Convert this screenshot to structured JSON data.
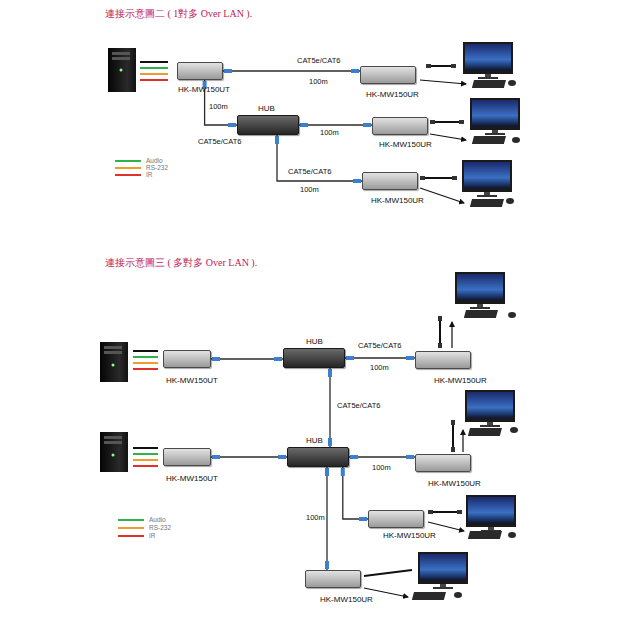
{
  "diagram": {
    "title": "連接示意圖二 ( 1對多 Over LAN ).",
    "nodes": [
      {
        "text": [
          "HK-MW150UT"
        ]
      },
      {
        "text": [
          "HK-MW150UR"
        ]
      },
      {
        "text": [
          "HUB"
        ]
      },
      {
        "text": [
          "HK-MW150UR"
        ]
      },
      {
        "text": [
          "HK-MW150UR"
        ]
      },
      {
        "text": [
          "HK-MW150UT"
        ]
      },
      {
        "text": [
          "HUB"
        ]
      },
      {
        "text": [
          "HK-MW150UR"
        ]
      },
      {
        "text": [
          "HK-MW150UT"
        ]
      },
      {
        "text": [
          "HUB"
        ]
      },
      {
        "text": [
          "HK-MW150UR"
        ]
      },
      {
        "text": [
          "HK-MW150UR"
        ]
      },
      {
        "text": [
          "HK-MW150UR"
        ]
      }
    ],
    "edges": [
      {
        "from": 0,
        "to": 1,
        "arrow": "none",
        "label": "CAT5e/CAT6"
      },
      {
        "from": 0,
        "to": 2,
        "arrow": "none",
        "label": "CAT5e/CAT6"
      },
      {
        "from": 2,
        "to": 3,
        "arrow": "none",
        "label": "100m"
      },
      {
        "from": 2,
        "to": 4,
        "arrow": "none",
        "label": "CAT5e/CAT6"
      },
      {
        "from": 5,
        "to": 6,
        "arrow": "none"
      },
      {
        "from": 6,
        "to": 7,
        "arrow": "none",
        "label": "CAT5e/CAT6"
      },
      {
        "from": 6,
        "to": 9,
        "arrow": "none",
        "label": "CAT5e/CAT6"
      },
      {
        "from": 8,
        "to": 9,
        "arrow": "none"
      },
      {
        "from": 9,
        "to": 10,
        "arrow": "none",
        "label": "100m"
      },
      {
        "from": 9,
        "to": 11,
        "arrow": "none"
      },
      {
        "from": 9,
        "to": 12,
        "arrow": "none",
        "label": "100m"
      }
    ],
    "labels": [
      "連接示意圖三 ( 多對多 Over LAN ).",
      "100m",
      "100m",
      "100m",
      "100m"
    ],
    "legend": [
      {
        "text": "Audio",
        "color": "#2db34a"
      },
      {
        "text": "RS-232",
        "color": "#f29a2e"
      },
      {
        "text": "IR",
        "color": "#e0302a"
      },
      {
        "text": "Audio",
        "color": "#2db34a"
      },
      {
        "text": "RS-232",
        "color": "#f29a2e"
      },
      {
        "text": "IR",
        "color": "#e0302a"
      }
    ]
  }
}
